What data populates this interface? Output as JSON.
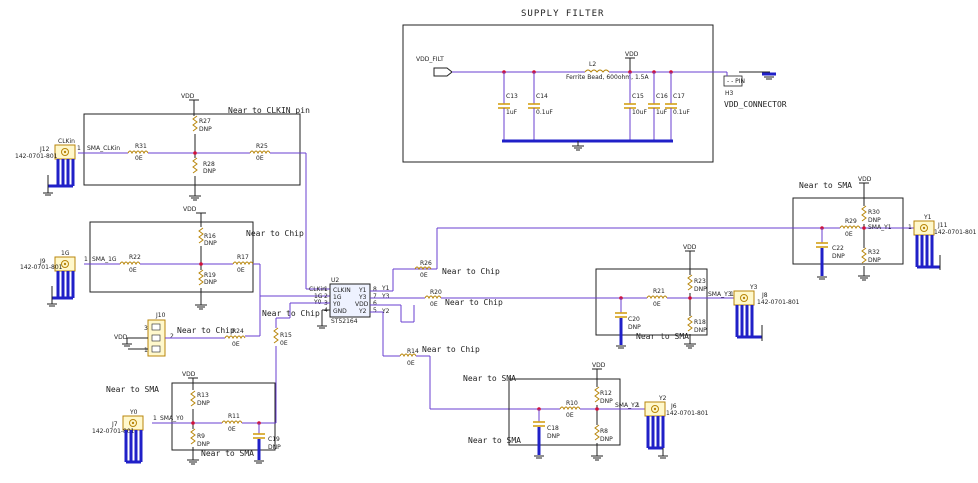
{
  "supply_filter": {
    "title": "SUPPLY FILTER",
    "vdd_filt": "VDD_FILT",
    "vdd": "VDD",
    "l2": "L2",
    "l2_value": "Ferrite Bead, 600ohm, 1.5A",
    "c13": "C13",
    "c13_v": "1uF",
    "c14": "C14",
    "c14_v": "0.1uF",
    "c15": "C15",
    "c15_v": "10uF",
    "c16": "C16",
    "c16_v": "1uF",
    "c17": "C17",
    "c17_v": "0.1uF",
    "h3": "H3",
    "h3_label": "VDD_CONNECTOR"
  },
  "clkin": {
    "note": "Near to CLKIN pin",
    "net": "SMA_CLKin",
    "conn_name": "CLKin",
    "conn_ref": "J12",
    "conn_part": "142-0701-801",
    "r31": "R31",
    "r31_v": "0E",
    "r25": "R25",
    "r25_v": "0E",
    "r27": "R27",
    "r27_v": "DNP",
    "r28": "R28",
    "r28_v": "DNP",
    "vdd": "VDD"
  },
  "ch1g": {
    "note": "Near to Chip",
    "net": "SMA_1G",
    "conn_name": "1G",
    "conn_ref": "J9",
    "conn_part": "142-0701-801",
    "r22": "R22",
    "r22_v": "0E",
    "r17": "R17",
    "r17_v": "0E",
    "r16": "R16",
    "r16_v": "DNP",
    "r19": "R19",
    "r19_v": "DNP",
    "vdd": "VDD"
  },
  "j10": {
    "ref": "J10",
    "vdd": "VDD",
    "r24": "R24",
    "r24_v": "0E",
    "note": "Near to Chip",
    "pin1": "1",
    "pin2": "2",
    "pin3": "3"
  },
  "chip": {
    "ref": "U2",
    "part": "ST52164",
    "pins_left": [
      "CLKIN",
      "1G",
      "Y0",
      "GND"
    ],
    "pins_right": [
      "Y1",
      "Y3",
      "VDD",
      "Y2"
    ],
    "net_labels": [
      "CLKin",
      "1G",
      "Y0"
    ],
    "pin_nums_left": [
      "1",
      "2",
      "3",
      "4"
    ],
    "pin_nums_right": [
      "8",
      "7",
      "6",
      "5"
    ],
    "ext_labels": [
      "Y1",
      "Y3",
      "Y2"
    ]
  },
  "y0": {
    "note1": "Near to SMA",
    "note2": "Near to SMA",
    "chip_note": "Near to Chip",
    "net": "SMA_Y0",
    "conn_name": "Y0",
    "conn_ref": "J7",
    "conn_part": "142-0701-801",
    "r15": "R15",
    "r15_v": "0E",
    "r11": "R11",
    "r11_v": "0E",
    "r13": "R13",
    "r13_v": "DNP",
    "r9": "R9",
    "r9_v": "DNP",
    "c19": "C19",
    "c19_v": "DNP",
    "vdd": "VDD"
  },
  "y1": {
    "note": "Near to SMA",
    "chip_note": "Near to Chip",
    "net": "SMA_Y1",
    "conn_name": "Y1",
    "conn_ref": "J11",
    "conn_part": "142-0701-801",
    "r26": "R26",
    "r26_v": "0E",
    "r29": "R29",
    "r29_v": "0E",
    "r30": "R30",
    "r30_v": "DNP",
    "r32": "R32",
    "r32_v": "DNP",
    "c22": "C22",
    "c22_v": "DNP",
    "vdd": "VDD"
  },
  "y3": {
    "note": "Near to SMA",
    "chip_note": "Near to Chip",
    "net": "SMA_Y3",
    "conn_name": "Y3",
    "conn_ref": "J8",
    "conn_part": "142-0701-801",
    "r20": "R20",
    "r20_v": "0E",
    "r21": "R21",
    "r21_v": "0E",
    "r23": "R23",
    "r23_v": "DNP",
    "r18": "R18",
    "r18_v": "DNP",
    "c20": "C20",
    "c20_v": "DNP",
    "vdd": "VDD"
  },
  "y2": {
    "note1": "Near to SMA",
    "note2": "Near to SMA",
    "chip_note": "Near to Chip",
    "net": "SMA_Y2",
    "conn_name": "Y2",
    "conn_ref": "J6",
    "conn_part": "142-0701-801",
    "r14": "R14",
    "r14_v": "0E",
    "r10": "R10",
    "r10_v": "0E",
    "r12": "R12",
    "r12_v": "DNP",
    "r8": "R8",
    "r8_v": "DNP",
    "c18": "C18",
    "c18_v": "DNP",
    "vdd": "VDD"
  }
}
